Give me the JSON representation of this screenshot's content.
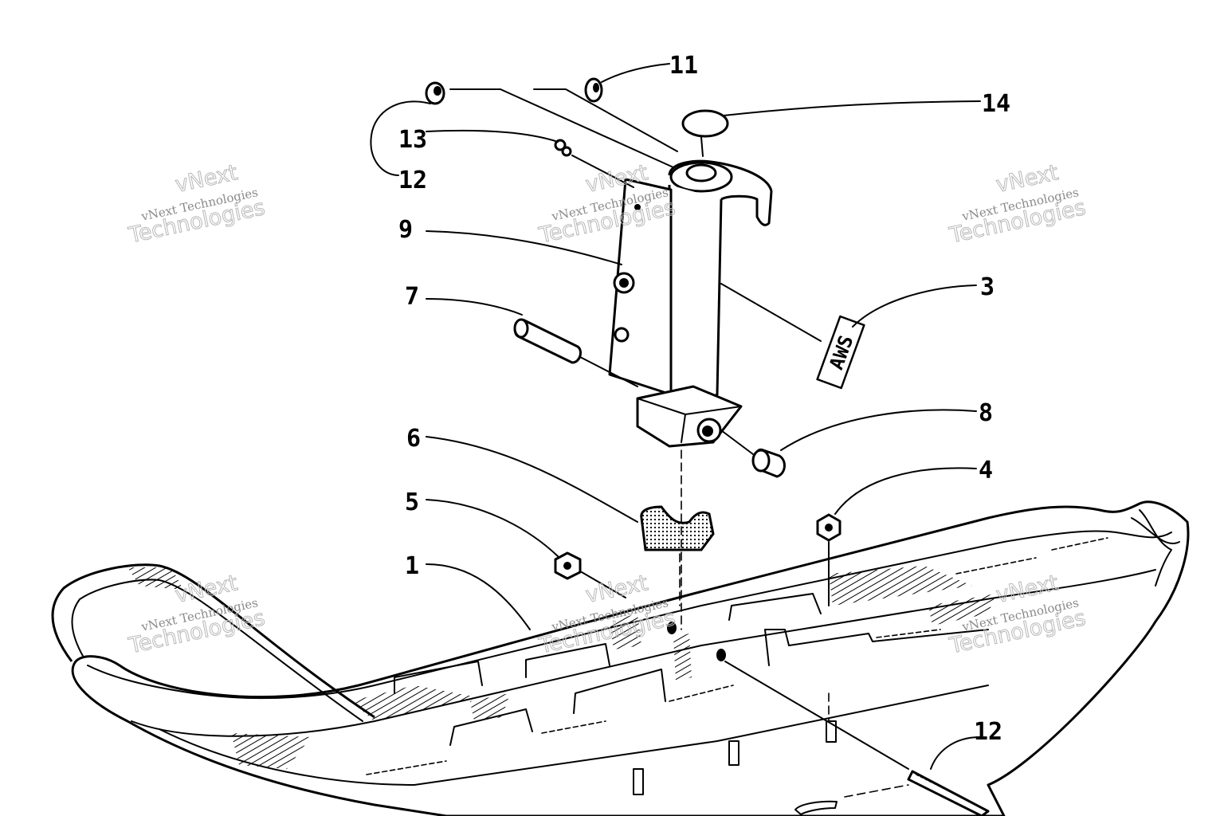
{
  "diagram": {
    "callouts": [
      {
        "id": "c1",
        "label": "1"
      },
      {
        "id": "c3",
        "label": "3"
      },
      {
        "id": "c4",
        "label": "4"
      },
      {
        "id": "c5",
        "label": "5"
      },
      {
        "id": "c6",
        "label": "6"
      },
      {
        "id": "c7",
        "label": "7"
      },
      {
        "id": "c8",
        "label": "8"
      },
      {
        "id": "c9",
        "label": "9"
      },
      {
        "id": "c11",
        "label": "11"
      },
      {
        "id": "c12a",
        "label": "12"
      },
      {
        "id": "c12b",
        "label": "12"
      },
      {
        "id": "c13",
        "label": "13"
      },
      {
        "id": "c14",
        "label": "14"
      }
    ],
    "decal_text": "AWS",
    "watermark": {
      "line1": "vNext Technologies",
      "line2": "vNext",
      "line3": "Technologies"
    }
  }
}
